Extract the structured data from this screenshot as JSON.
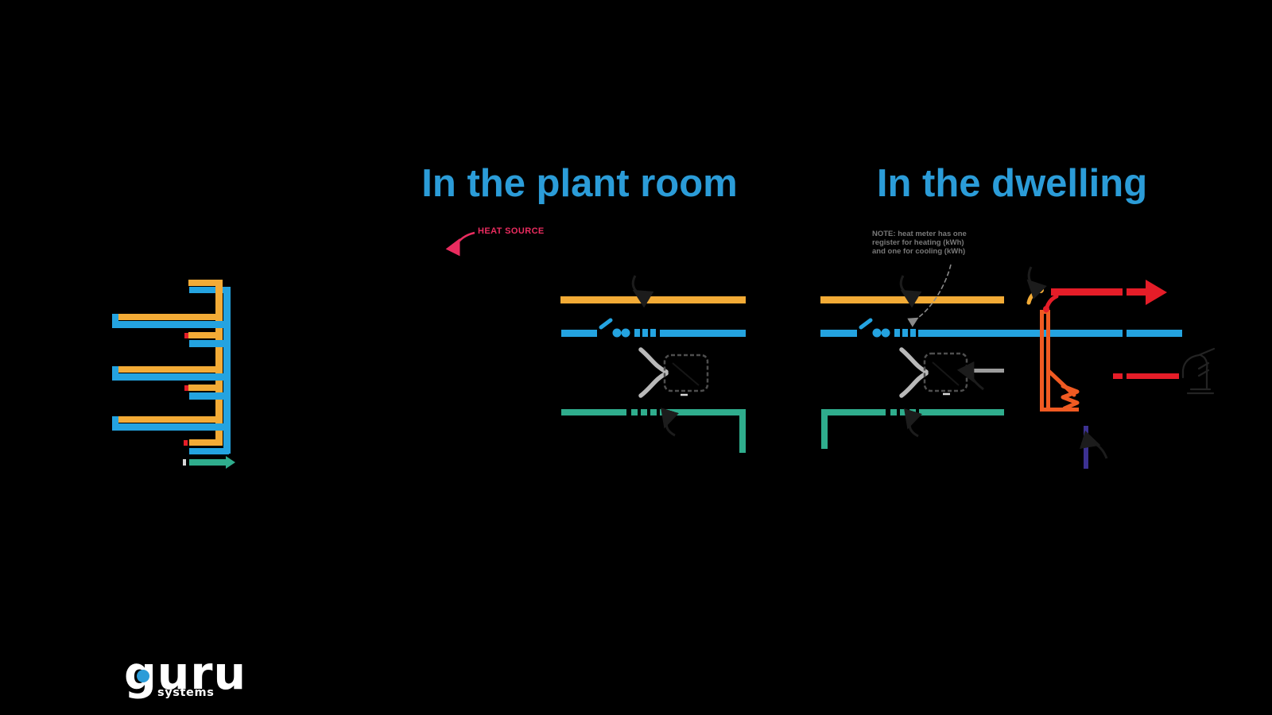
{
  "headings": {
    "plant_room": "In the plant room",
    "dwelling": "In the dwelling"
  },
  "annotations": {
    "heat_source": "HEAT SOURCE",
    "note_line1": "NOTE: heat meter has one",
    "note_line2": "register for heating (kWh)",
    "note_line3": "and one for cooling (kWh)"
  },
  "logo": {
    "word": "guru",
    "subtitle": "systems"
  },
  "colors": {
    "background": "#000000",
    "heading_blue": "#2b9cd8",
    "pipe_flow_yellow": "#f3ab36",
    "pipe_return_blue": "#24a3e0",
    "pipe_green": "#2fad8d",
    "hot_water_red": "#e51d28",
    "heat_exchanger_orange": "#f05a22",
    "cold_feed_purple": "#3c3191",
    "heat_source_pink": "#ea2c5f",
    "note_gray": "#787878",
    "meter_curve_gray": "#b9b9b9",
    "meter_box_gray": "#4e4e4e"
  },
  "components": {
    "left": "building-riser-schematic",
    "plant_room": "heat-meter-on-network",
    "dwelling": "heat-meter-with-hiu-and-tap"
  }
}
